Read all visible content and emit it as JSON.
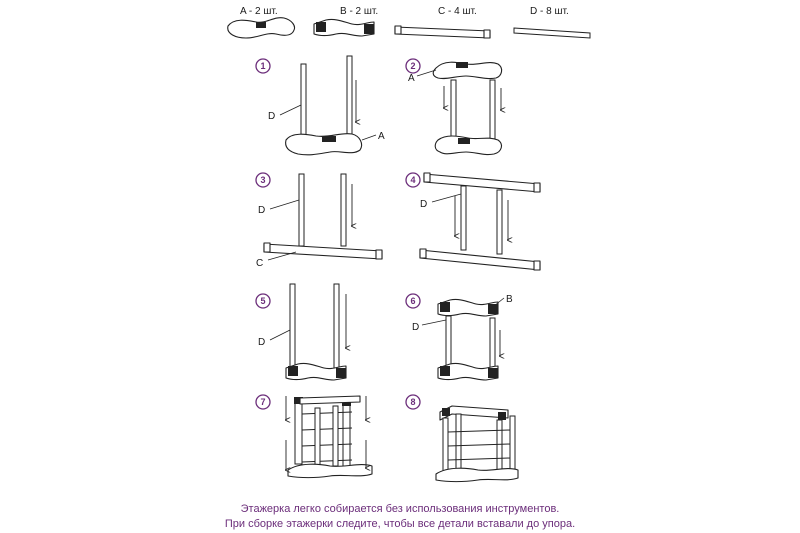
{
  "parts": [
    {
      "letter": "A",
      "label": "A - 2 шт."
    },
    {
      "letter": "B",
      "label": "B - 2 шт."
    },
    {
      "letter": "C",
      "label": "C - 4 шт."
    },
    {
      "letter": "D",
      "label": "D - 8 шт."
    }
  ],
  "steps": [
    "1",
    "2",
    "3",
    "4",
    "5",
    "6",
    "7",
    "8"
  ],
  "labels": {
    "A": "A",
    "B": "B",
    "C": "C",
    "D": "D"
  },
  "accent_color": "#6b2d7a",
  "footer": {
    "line1": "Этажерка легко собирается без использования инструментов.",
    "line2": "При сборке этажерки следите, чтобы все детали вставали до упора."
  }
}
